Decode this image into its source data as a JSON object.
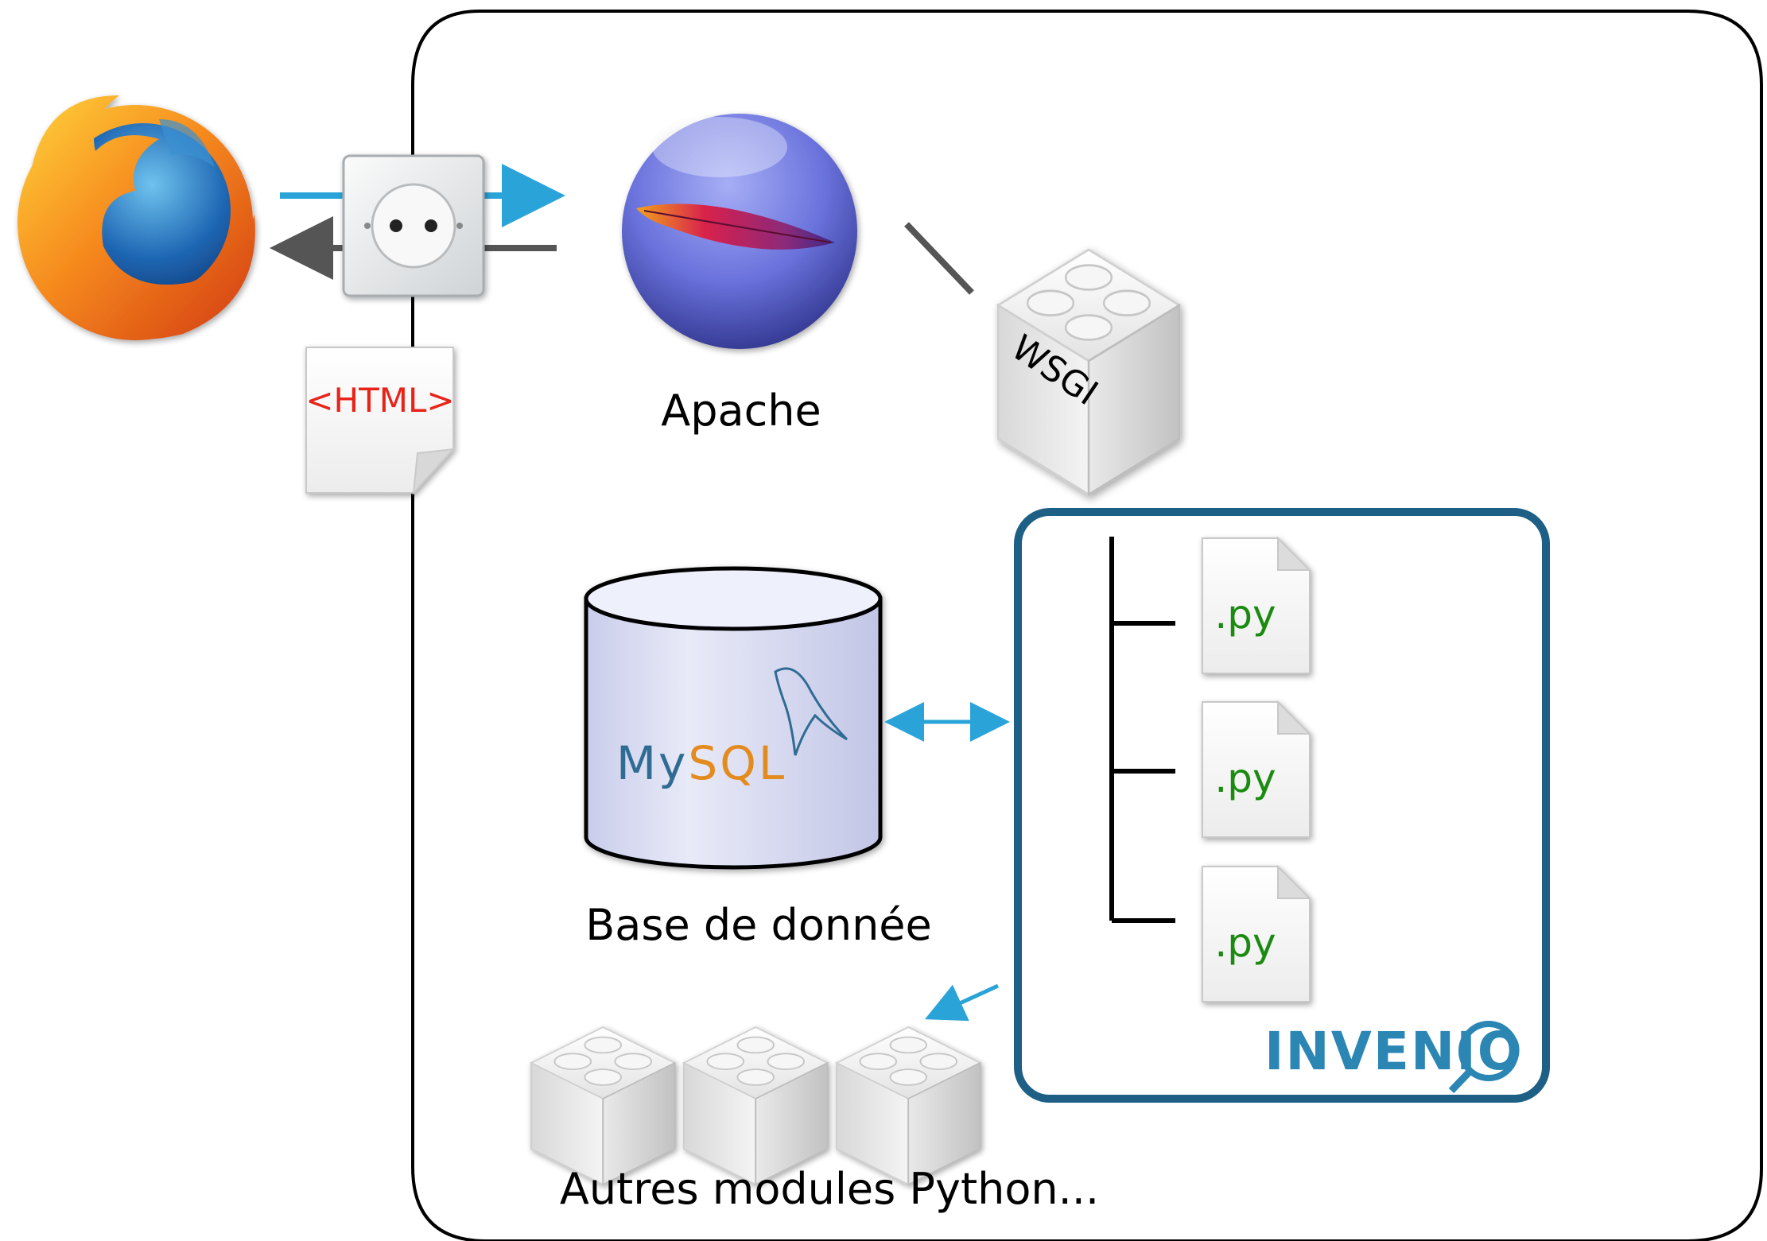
{
  "labels": {
    "html_doc": "<HTML>",
    "apache": "Apache",
    "wsgi": "WSGI",
    "database": "Base de donnée",
    "mysql_logo": "MySQL",
    "py_files": [
      ".py",
      ".py",
      ".py"
    ],
    "invenio_logo": "INVENIO",
    "other_modules": "Autres modules Python..."
  },
  "colors": {
    "request_arrow": "#2aa4d8",
    "response_arrow": "#555555",
    "invenio_border": "#1d5f85",
    "py_text": "#1a8a10",
    "html_text": "#e8241a",
    "apache_ball": "#6068d8",
    "database_fill": "#dde0f4",
    "mysql_blue": "#2f6b93",
    "mysql_orange": "#e38b1e",
    "invenio_blue": "#2b86b4"
  },
  "icons": [
    "firefox-icon",
    "power-socket-icon",
    "html-document-icon",
    "apache-feather-icon",
    "wsgi-block-icon",
    "database-cylinder-icon",
    "python-file-icon",
    "lego-block-icon",
    "invenio-logo-icon"
  ]
}
